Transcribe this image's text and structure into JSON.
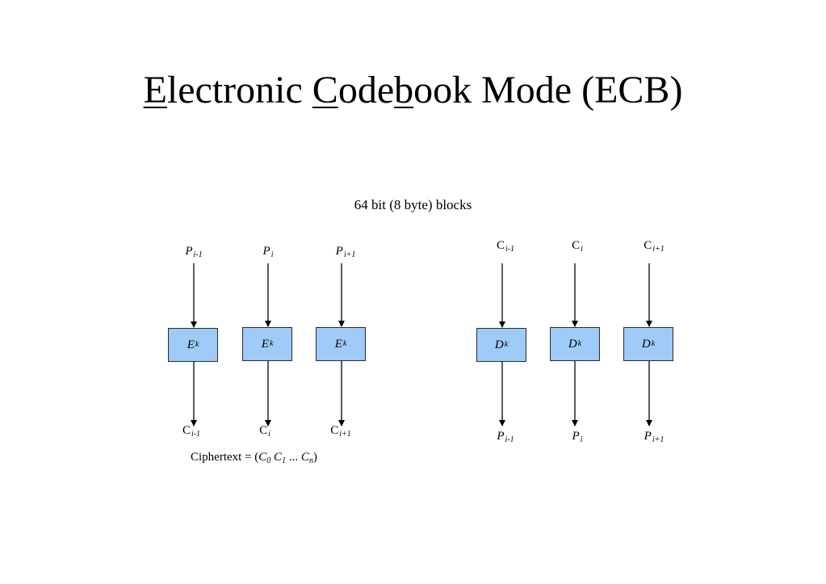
{
  "title": {
    "letters": [
      {
        "text": "E",
        "underline": true
      },
      {
        "text": "lectronic ",
        "underline": false
      },
      {
        "text": "C",
        "underline": true
      },
      {
        "text": "ode",
        "underline": false
      },
      {
        "text": "b",
        "underline": true
      },
      {
        "text": "ook Mode (ECB)",
        "underline": false
      }
    ]
  },
  "subtitle": "64 bit (8 byte) blocks",
  "encryption": {
    "inputs": [
      {
        "base": "P",
        "sub": "i-1"
      },
      {
        "base": "P",
        "sub": "i"
      },
      {
        "base": "P",
        "sub": "i+1"
      }
    ],
    "boxes": [
      {
        "base": "E",
        "sub": "k"
      },
      {
        "base": "E",
        "sub": "k"
      },
      {
        "base": "E",
        "sub": "k"
      }
    ],
    "outputs": [
      {
        "base": "C",
        "sub": "i-1"
      },
      {
        "base": "C",
        "sub": "i"
      },
      {
        "base": "C",
        "sub": "i+1"
      }
    ]
  },
  "decryption": {
    "inputs": [
      {
        "base": "C",
        "sub": "i-1"
      },
      {
        "base": "C",
        "sub": "i"
      },
      {
        "base": "C",
        "sub": "i+1"
      }
    ],
    "boxes": [
      {
        "base": "D",
        "sub": "k"
      },
      {
        "base": "D",
        "sub": "k"
      },
      {
        "base": "D",
        "sub": "k"
      }
    ],
    "outputs": [
      {
        "base": "P",
        "sub": "i-1"
      },
      {
        "base": "P",
        "sub": "i"
      },
      {
        "base": "P",
        "sub": "i+1"
      }
    ]
  },
  "ciphertext": {
    "prefix": "Ciphertext = (",
    "terms": [
      {
        "base": "C",
        "sub": "0"
      },
      {
        "base": "C",
        "sub": "1"
      },
      {
        "base": "C",
        "sub": "n"
      }
    ],
    "ellipsis": " ... ",
    "suffix": ")"
  },
  "colors": {
    "box_fill": "#9ecbf7",
    "box_border": "#2a2a2a",
    "line": "#000000"
  }
}
